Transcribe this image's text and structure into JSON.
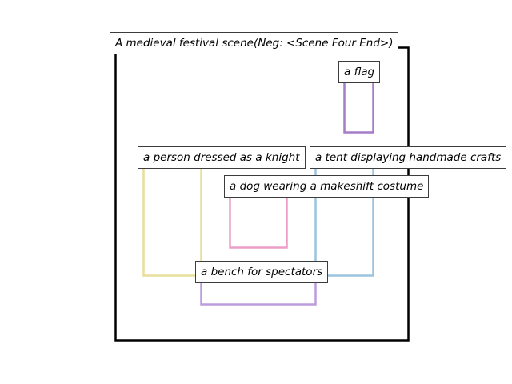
{
  "scene": {
    "caption": "A medieval festival scene(Neg: <Scene Four End>)",
    "frame_color": "#000000"
  },
  "objects": [
    {
      "id": "flag",
      "label": "a flag",
      "color": "#a57cc8"
    },
    {
      "id": "knight",
      "label": "a person dressed as a knight",
      "color": "#e8df9c"
    },
    {
      "id": "tent",
      "label": "a tent displaying handmade crafts",
      "color": "#9cc4de"
    },
    {
      "id": "dog",
      "label": "a dog wearing a makeshift costume",
      "color": "#ec9ec8"
    },
    {
      "id": "bench",
      "label": "a bench for spectators",
      "color": "#bc9cdc"
    }
  ]
}
